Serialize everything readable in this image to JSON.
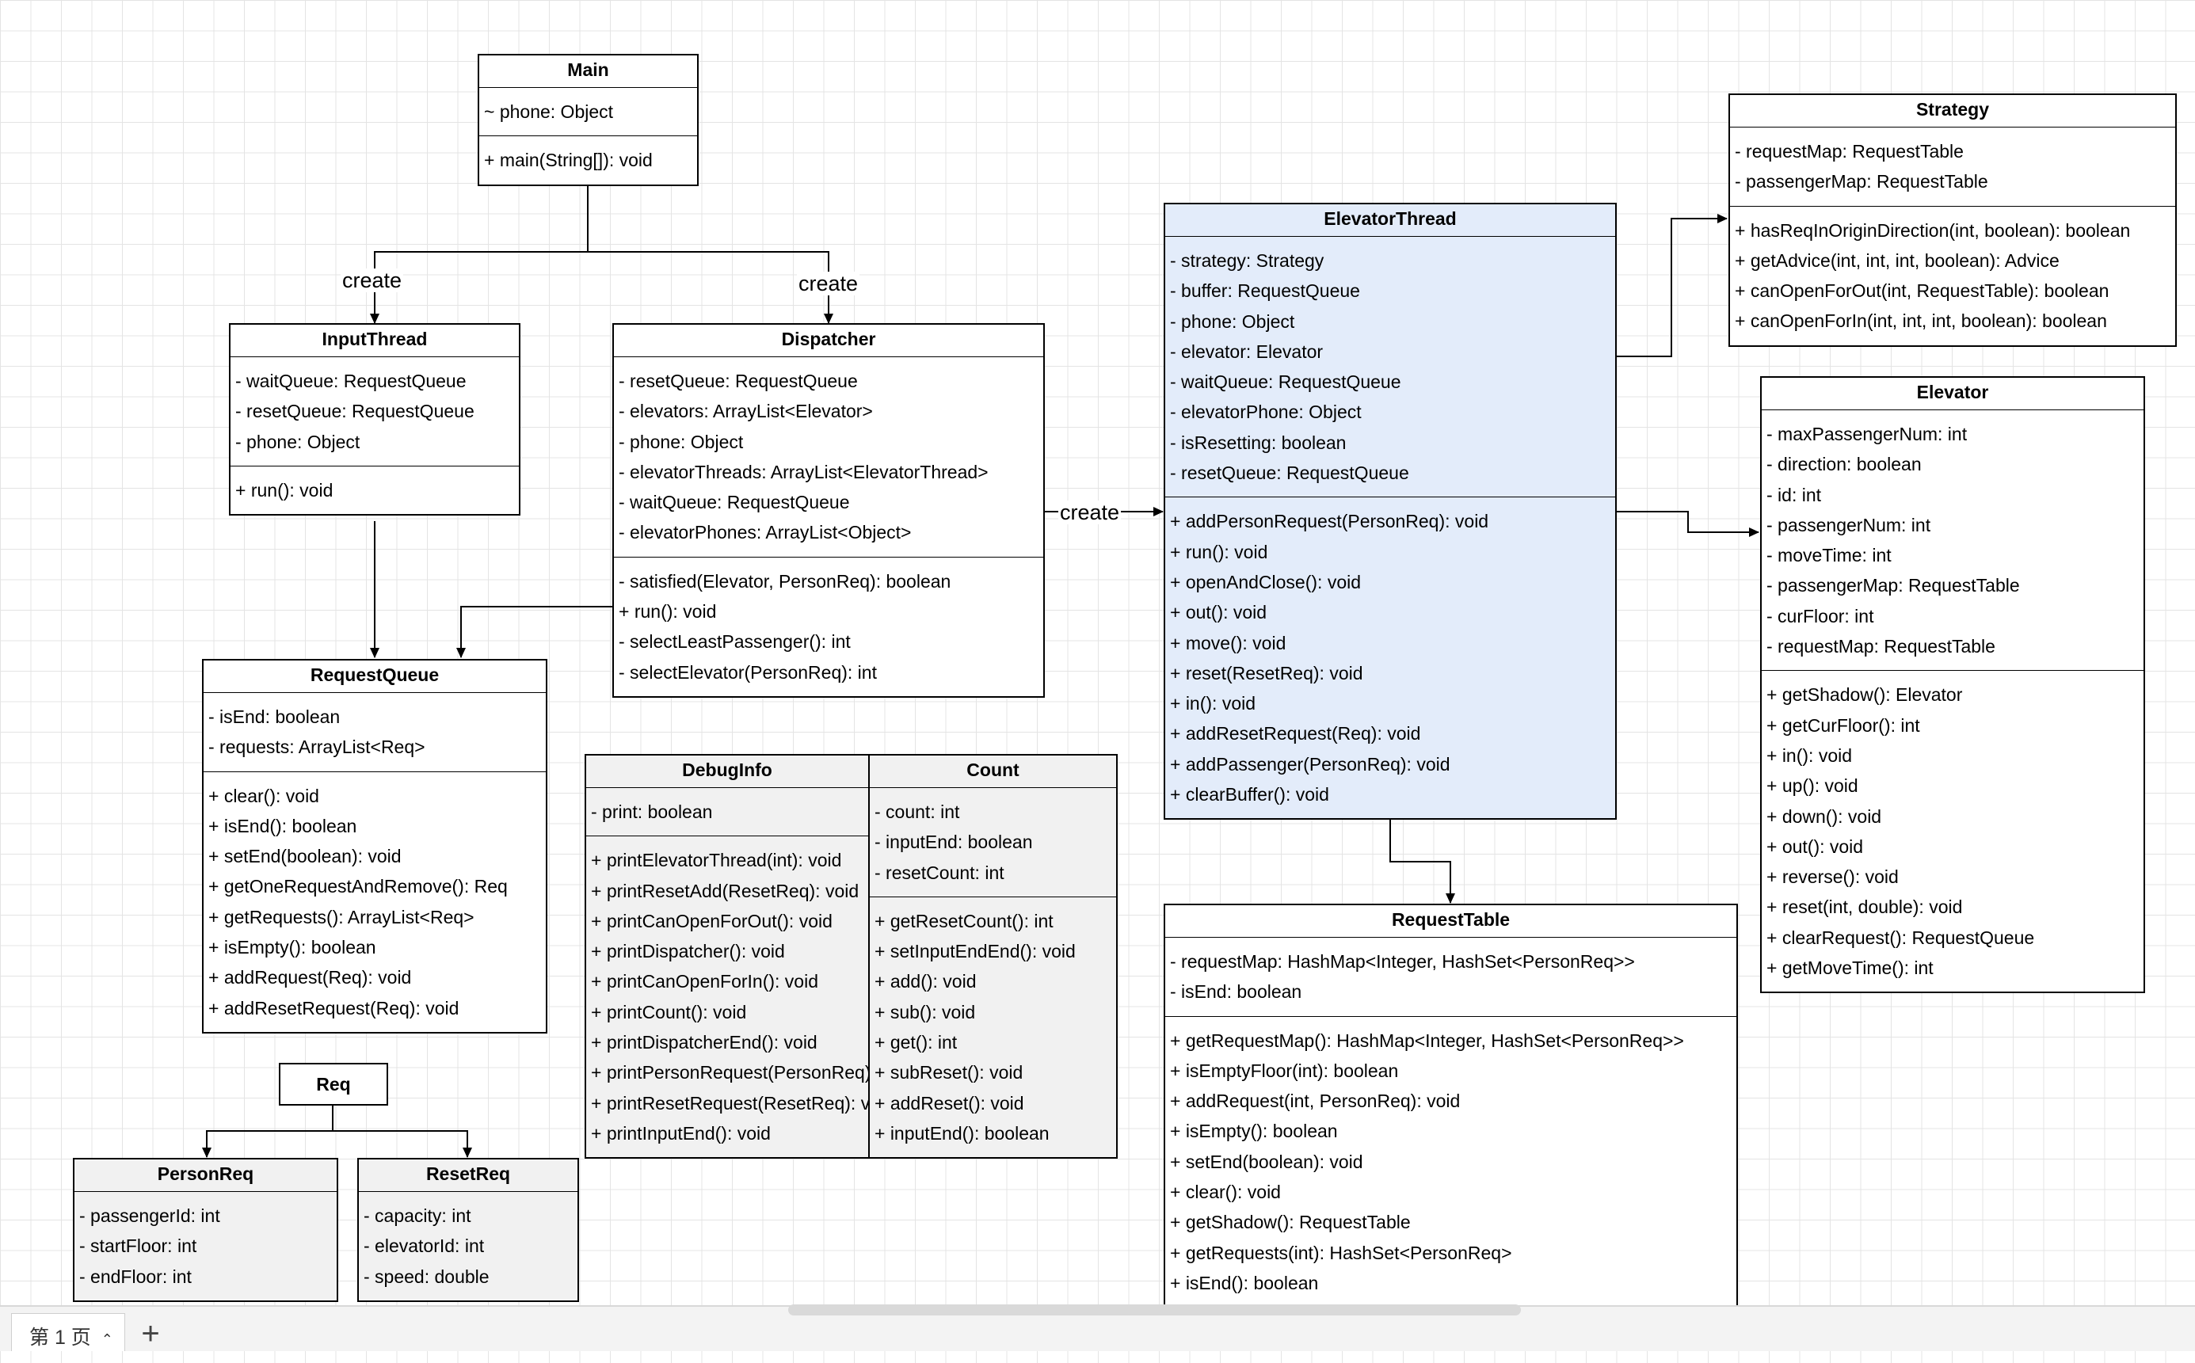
{
  "diagram": {
    "classes": [
      {
        "id": "main",
        "title": "Main",
        "attributes": [
          "~ phone: Object"
        ],
        "methods": [
          "+ main(String[]): void"
        ]
      },
      {
        "id": "inputthread",
        "title": "InputThread",
        "attributes": [
          "- waitQueue: RequestQueue",
          "- resetQueue: RequestQueue",
          "- phone: Object"
        ],
        "methods": [
          "+ run(): void"
        ]
      },
      {
        "id": "dispatcher",
        "title": "Dispatcher",
        "attributes": [
          "- resetQueue: RequestQueue",
          "- elevators: ArrayList<Elevator>",
          "- phone: Object",
          "- elevatorThreads: ArrayList<ElevatorThread>",
          "- waitQueue: RequestQueue",
          "- elevatorPhones: ArrayList<Object>"
        ],
        "methods": [
          "- satisfied(Elevator, PersonReq): boolean",
          "+ run(): void",
          "- selectLeastPassenger(): int",
          "- selectElevator(PersonReq): int"
        ]
      },
      {
        "id": "requestqueue",
        "title": "RequestQueue",
        "attributes": [
          "- isEnd: boolean",
          "- requests: ArrayList<Req>"
        ],
        "methods": [
          "+ clear(): void",
          "+ isEnd(): boolean",
          "+ setEnd(boolean): void",
          "+ getOneRequestAndRemove(): Req",
          "+ getRequests(): ArrayList<Req>",
          "+ isEmpty(): boolean",
          "+ addRequest(Req): void",
          "+ addResetRequest(Req): void"
        ]
      },
      {
        "id": "debuginfo",
        "title": "DebugInfo",
        "attributes": [
          "- print: boolean"
        ],
        "methods": [
          "+ printElevatorThread(int): void",
          "+ printResetAdd(ResetReq): void",
          "+ printCanOpenForOut(): void",
          "+ printDispatcher(): void",
          "+ printCanOpenForIn(): void",
          "+ printCount(): void",
          "+ printDispatcherEnd(): void",
          "+ printPersonRequest(PersonReq): void",
          "+ printResetRequest(ResetReq): void",
          "+ printInputEnd(): void"
        ]
      },
      {
        "id": "count",
        "title": "Count",
        "attributes": [
          "- count: int",
          "- inputEnd: boolean",
          "- resetCount: int"
        ],
        "methods": [
          "+ getResetCount(): int",
          "+ setInputEndEnd(): void",
          "+ add(): void",
          "+ sub(): void",
          "+ get(): int",
          "+ subReset(): void",
          "+ addReset(): void",
          "+ inputEnd(): boolean"
        ]
      },
      {
        "id": "elevatorthread",
        "title": "ElevatorThread",
        "attributes": [
          "- strategy: Strategy",
          "- buffer: RequestQueue",
          "- phone: Object",
          "- elevator: Elevator",
          "- waitQueue: RequestQueue",
          "- elevatorPhone: Object",
          "- isResetting: boolean",
          "- resetQueue: RequestQueue"
        ],
        "methods": [
          "+ addPersonRequest(PersonReq): void",
          "+ run(): void",
          "+ openAndClose(): void",
          "+ out(): void",
          "+ move(): void",
          "+ reset(ResetReq): void",
          "+ in(): void",
          "+ addResetRequest(Req): void",
          "+ addPassenger(PersonReq): void",
          "+ clearBuffer(): void"
        ]
      },
      {
        "id": "strategy",
        "title": "Strategy",
        "attributes": [
          "- requestMap: RequestTable",
          "- passengerMap: RequestTable"
        ],
        "methods": [
          "+ hasReqInOriginDirection(int, boolean): boolean",
          "+ getAdvice(int, int, int, boolean): Advice",
          "+ canOpenForOut(int, RequestTable): boolean",
          "+ canOpenForIn(int, int, int, boolean): boolean"
        ]
      },
      {
        "id": "elevator",
        "title": "Elevator",
        "attributes": [
          "- maxPassengerNum: int",
          "- direction: boolean",
          "- id: int",
          "- passengerNum: int",
          "- moveTime: int",
          "- passengerMap: RequestTable",
          "- curFloor: int",
          "- requestMap: RequestTable"
        ],
        "methods": [
          "+ getShadow(): Elevator",
          "+ getCurFloor(): int",
          "+ in(): void",
          "+ up(): void",
          "+ down(): void",
          "+ out(): void",
          "+ reverse(): void",
          "+ reset(int, double): void",
          "+ clearRequest(): RequestQueue",
          "+ getMoveTime(): int"
        ]
      },
      {
        "id": "requesttable",
        "title": "RequestTable",
        "attributes": [
          "- requestMap: HashMap<Integer, HashSet<PersonReq>>",
          "- isEnd: boolean"
        ],
        "methods": [
          "+ getRequestMap(): HashMap<Integer, HashSet<PersonReq>>",
          "+ isEmptyFloor(int): boolean",
          "+ addRequest(int, PersonReq): void",
          "+ isEmpty(): boolean",
          "+ setEnd(boolean): void",
          "+ clear(): void",
          "+ getShadow(): RequestTable",
          "+ getRequests(int): HashSet<PersonReq>",
          "+ isEnd(): boolean"
        ]
      },
      {
        "id": "personreq",
        "title": "PersonReq",
        "attributes": [
          "- passengerId: int",
          "- startFloor: int",
          "- endFloor: int"
        ],
        "methods": []
      },
      {
        "id": "resetreq",
        "title": "ResetReq",
        "attributes": [
          "- capacity: int",
          "- elevatorId: int",
          "- speed: double"
        ],
        "methods": []
      }
    ],
    "req_box": {
      "title": "Req"
    },
    "labels": {
      "create_inputthread": "create",
      "create_dispatcher": "create",
      "create_elevatorthread": "create"
    }
  },
  "footer": {
    "page_tab": "第 1 页",
    "page_tab_icon": "chevron-up-icon",
    "add_page": "+"
  },
  "colors": {
    "highlight_fill": "#e3ecfa",
    "grey_fill": "#f1f1f1",
    "grid_line": "#e4e4e4"
  }
}
